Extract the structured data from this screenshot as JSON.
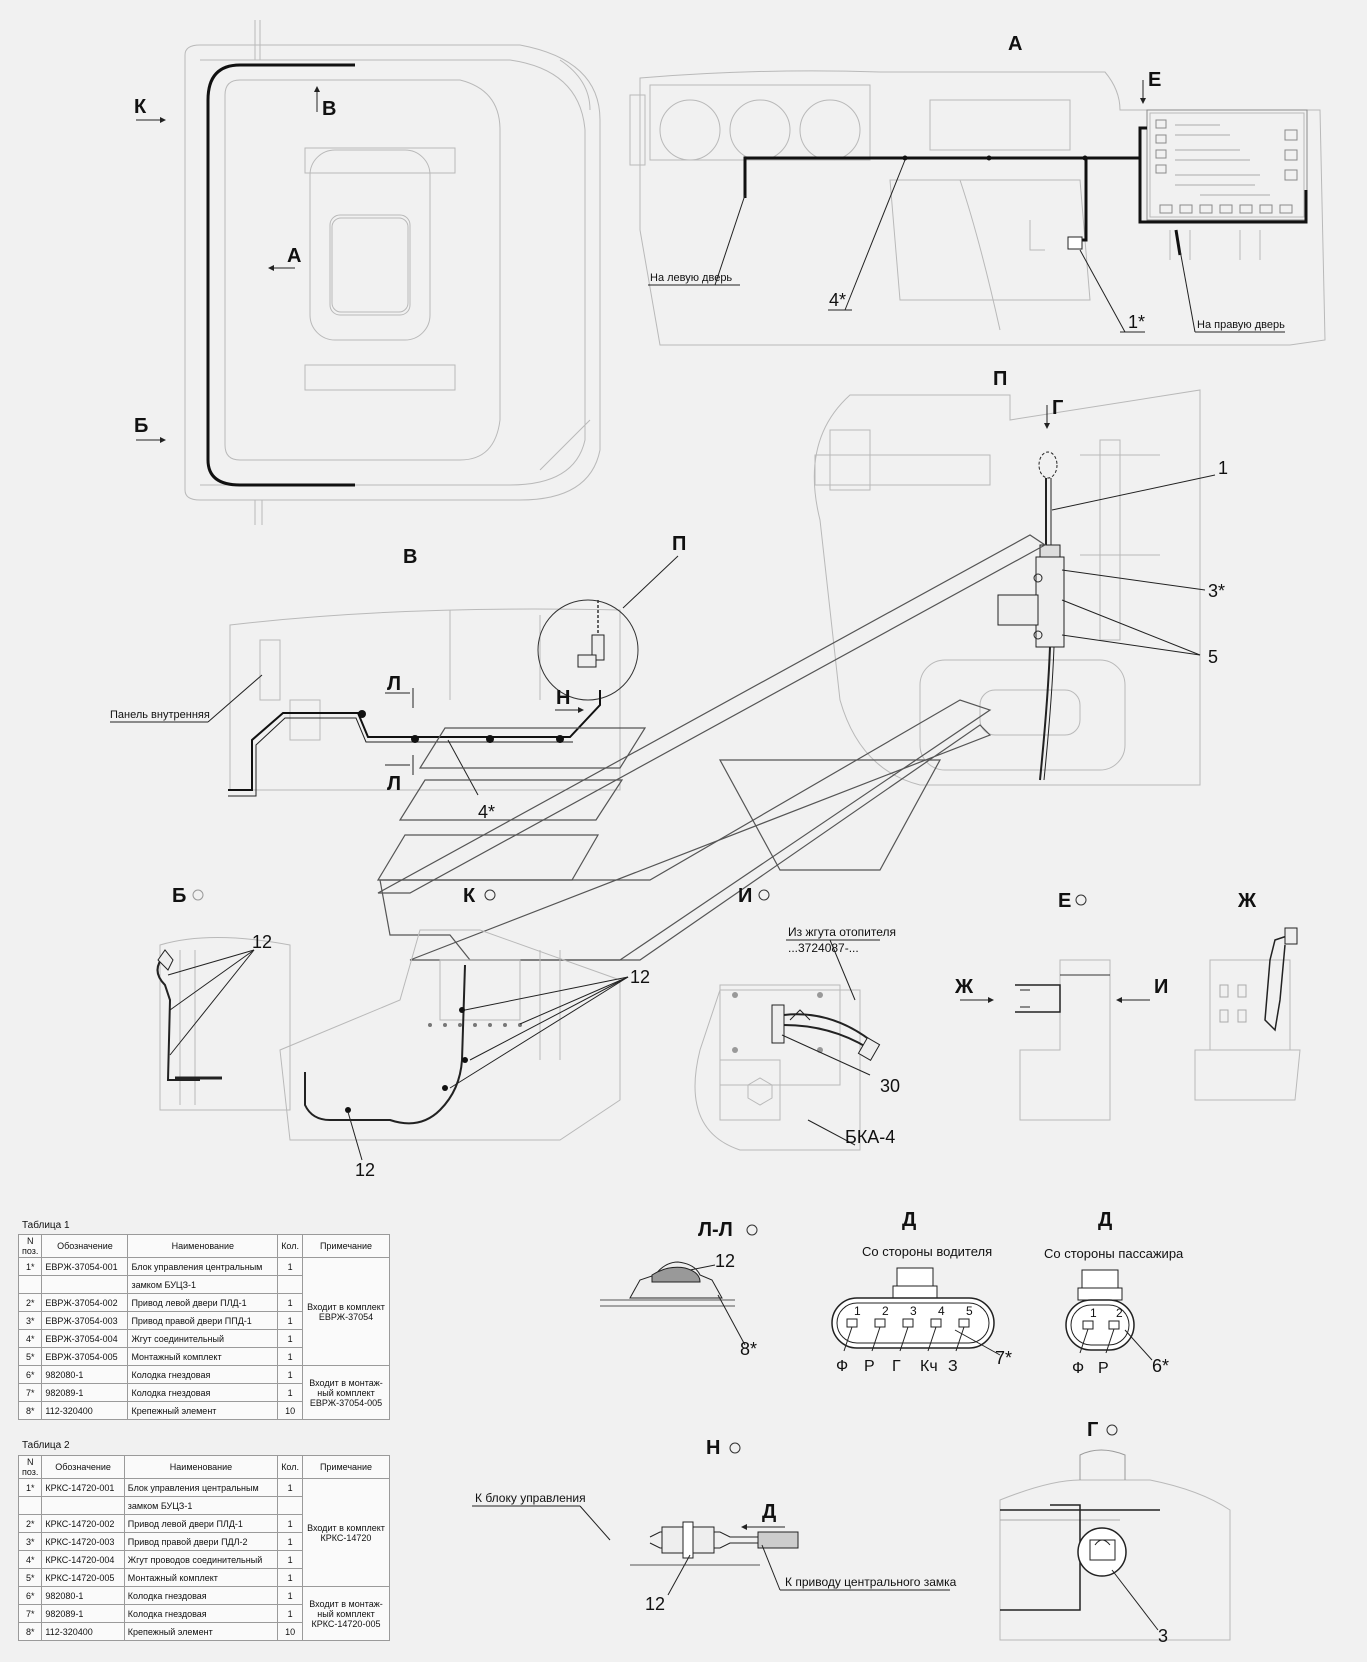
{
  "views": {
    "A": {
      "title": "А",
      "left_door": "На левую дверь",
      "right_door": "На правую дверь",
      "item_4": "4*",
      "item_1": "1*"
    },
    "P": {
      "title": "П",
      "item_1": "1",
      "item_3": "3*",
      "item_5": "5"
    },
    "V": {
      "title": "В",
      "panel": "Панель внутренняя",
      "item_4": "4*"
    },
    "B": {
      "title": "Б",
      "item_12": "12"
    },
    "K": {
      "title": "К",
      "item_12a": "12",
      "item_12b": "12"
    },
    "I": {
      "title": "И",
      "heater": "Из жгута отопителя",
      "heater_code": "...3724087-...",
      "item_30": "30",
      "bka": "БКА-4"
    },
    "E": {
      "title": "Е",
      "arrow_zh": "Ж",
      "arrow_i": "И"
    },
    "ZH": {
      "title": "Ж"
    },
    "LL": {
      "title": "Л-Л",
      "item_12": "12",
      "item_8": "8*"
    },
    "D_driver": {
      "title": "Д",
      "subtitle": "Со стороны водителя",
      "pins": [
        "1",
        "2",
        "3",
        "4",
        "5"
      ],
      "pin_labels": [
        "Ф",
        "Р",
        "Г",
        "Кч",
        "З"
      ],
      "item": "7*"
    },
    "D_pass": {
      "title": "Д",
      "subtitle": "Со стороны пассажира",
      "pins": [
        "1",
        "2"
      ],
      "pin_labels": [
        "Ф",
        "Р"
      ],
      "item": "6*"
    },
    "N": {
      "title": "Н",
      "to_unit": "К блоку управления",
      "to_drive": "К приводу центрального замка",
      "arrow_d": "Д",
      "item_12": "12"
    },
    "G": {
      "title": "Г",
      "item_3": "3"
    }
  },
  "view_markers": {
    "K": "К",
    "V": "В",
    "A": "А",
    "B": "Б",
    "E": "Е",
    "G": "Г",
    "L": "Л",
    "N": "Н",
    "P": "П"
  },
  "table1": {
    "caption": "Таблица 1",
    "headers": [
      "N поз.",
      "Обозначение",
      "Наименование",
      "Кол.",
      "Примечание"
    ],
    "rows": [
      {
        "pos": "1*",
        "code": "ЕВРЖ-37054-001",
        "name": "Блок управления центральным",
        "qty": "1"
      },
      {
        "pos": "",
        "code": "",
        "name": "замком БУЦЗ-1",
        "qty": ""
      },
      {
        "pos": "2*",
        "code": "ЕВРЖ-37054-002",
        "name": "Привод левой двери ПЛД-1",
        "qty": "1"
      },
      {
        "pos": "3*",
        "code": "ЕВРЖ-37054-003",
        "name": "Привод правой двери ППД-1",
        "qty": "1"
      },
      {
        "pos": "4*",
        "code": "ЕВРЖ-37054-004",
        "name": "Жгут соединительный",
        "qty": "1"
      },
      {
        "pos": "5*",
        "code": "ЕВРЖ-37054-005",
        "name": "Монтажный комплект",
        "qty": "1"
      },
      {
        "pos": "6*",
        "code": "982080-1",
        "name": "Колодка гнездовая",
        "qty": "1"
      },
      {
        "pos": "7*",
        "code": "982089-1",
        "name": "Колодка гнездовая",
        "qty": "1"
      },
      {
        "pos": "8*",
        "code": "112-320400",
        "name": "Крепежный элемент",
        "qty": "10"
      }
    ],
    "note1": "Входит в комплект ЕВРЖ-37054",
    "note2": "Входит в монтаж-ный комплект ЕВРЖ-37054-005"
  },
  "table2": {
    "caption": "Таблица 2",
    "headers": [
      "N поз.",
      "Обозначение",
      "Наименование",
      "Кол.",
      "Примечание"
    ],
    "rows": [
      {
        "pos": "1*",
        "code": "КРКС-14720-001",
        "name": "Блок управления центральным",
        "qty": "1"
      },
      {
        "pos": "",
        "code": "",
        "name": "замком БУЦЗ-1",
        "qty": ""
      },
      {
        "pos": "2*",
        "code": "КРКС-14720-002",
        "name": "Привод левой двери ПЛД-1",
        "qty": "1"
      },
      {
        "pos": "3*",
        "code": "КРКС-14720-003",
        "name": "Привод правой двери ПДЛ-2",
        "qty": "1"
      },
      {
        "pos": "4*",
        "code": "КРКС-14720-004",
        "name": "Жгут проводов соединительный",
        "qty": "1"
      },
      {
        "pos": "5*",
        "code": "КРКС-14720-005",
        "name": "Монтажный комплект",
        "qty": "1"
      },
      {
        "pos": "6*",
        "code": "982080-1",
        "name": "Колодка гнездовая",
        "qty": "1"
      },
      {
        "pos": "7*",
        "code": "982089-1",
        "name": "Колодка гнездовая",
        "qty": "1"
      },
      {
        "pos": "8*",
        "code": "112-320400",
        "name": "Крепежный элемент",
        "qty": "10"
      }
    ],
    "note1": "Входит в комплект КРКС-14720",
    "note2": "Входит в монтаж-ный комплект КРКС-14720-005"
  }
}
